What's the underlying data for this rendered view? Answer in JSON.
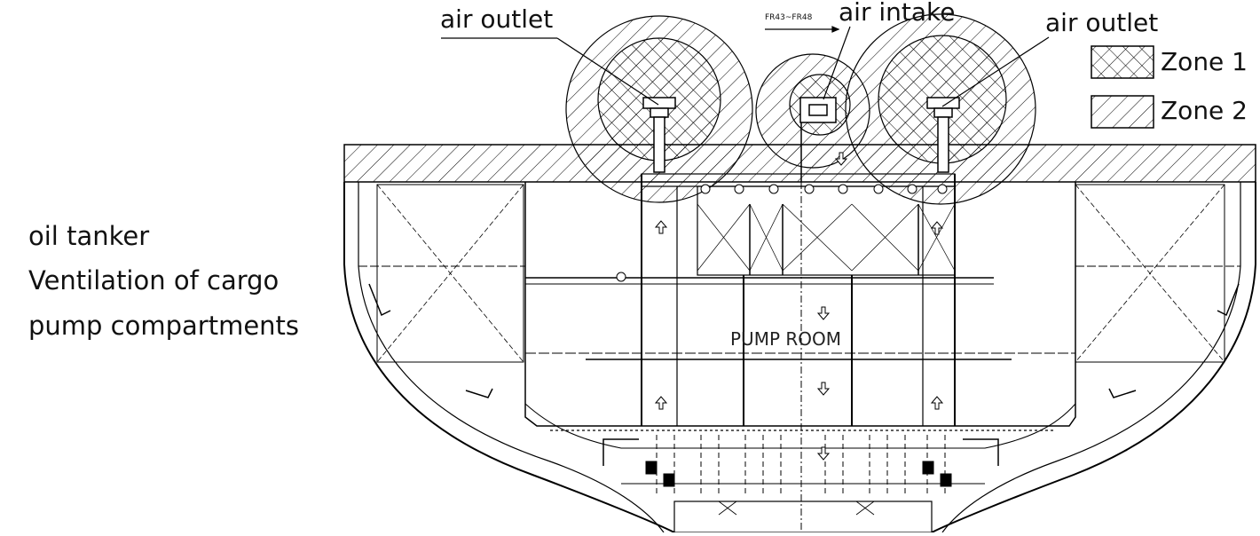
{
  "caption": {
    "line1": "oil tanker",
    "line2": "Ventilation of cargo",
    "line3": "pump compartments"
  },
  "labels": {
    "air_outlet_left": "air outlet",
    "air_intake": "air intake",
    "air_outlet_right": "air outlet",
    "frame_range": "FR43~FR48",
    "pump_room": "PUMP  ROOM"
  },
  "legend": {
    "zone1": "Zone 1",
    "zone2": "Zone 2"
  }
}
